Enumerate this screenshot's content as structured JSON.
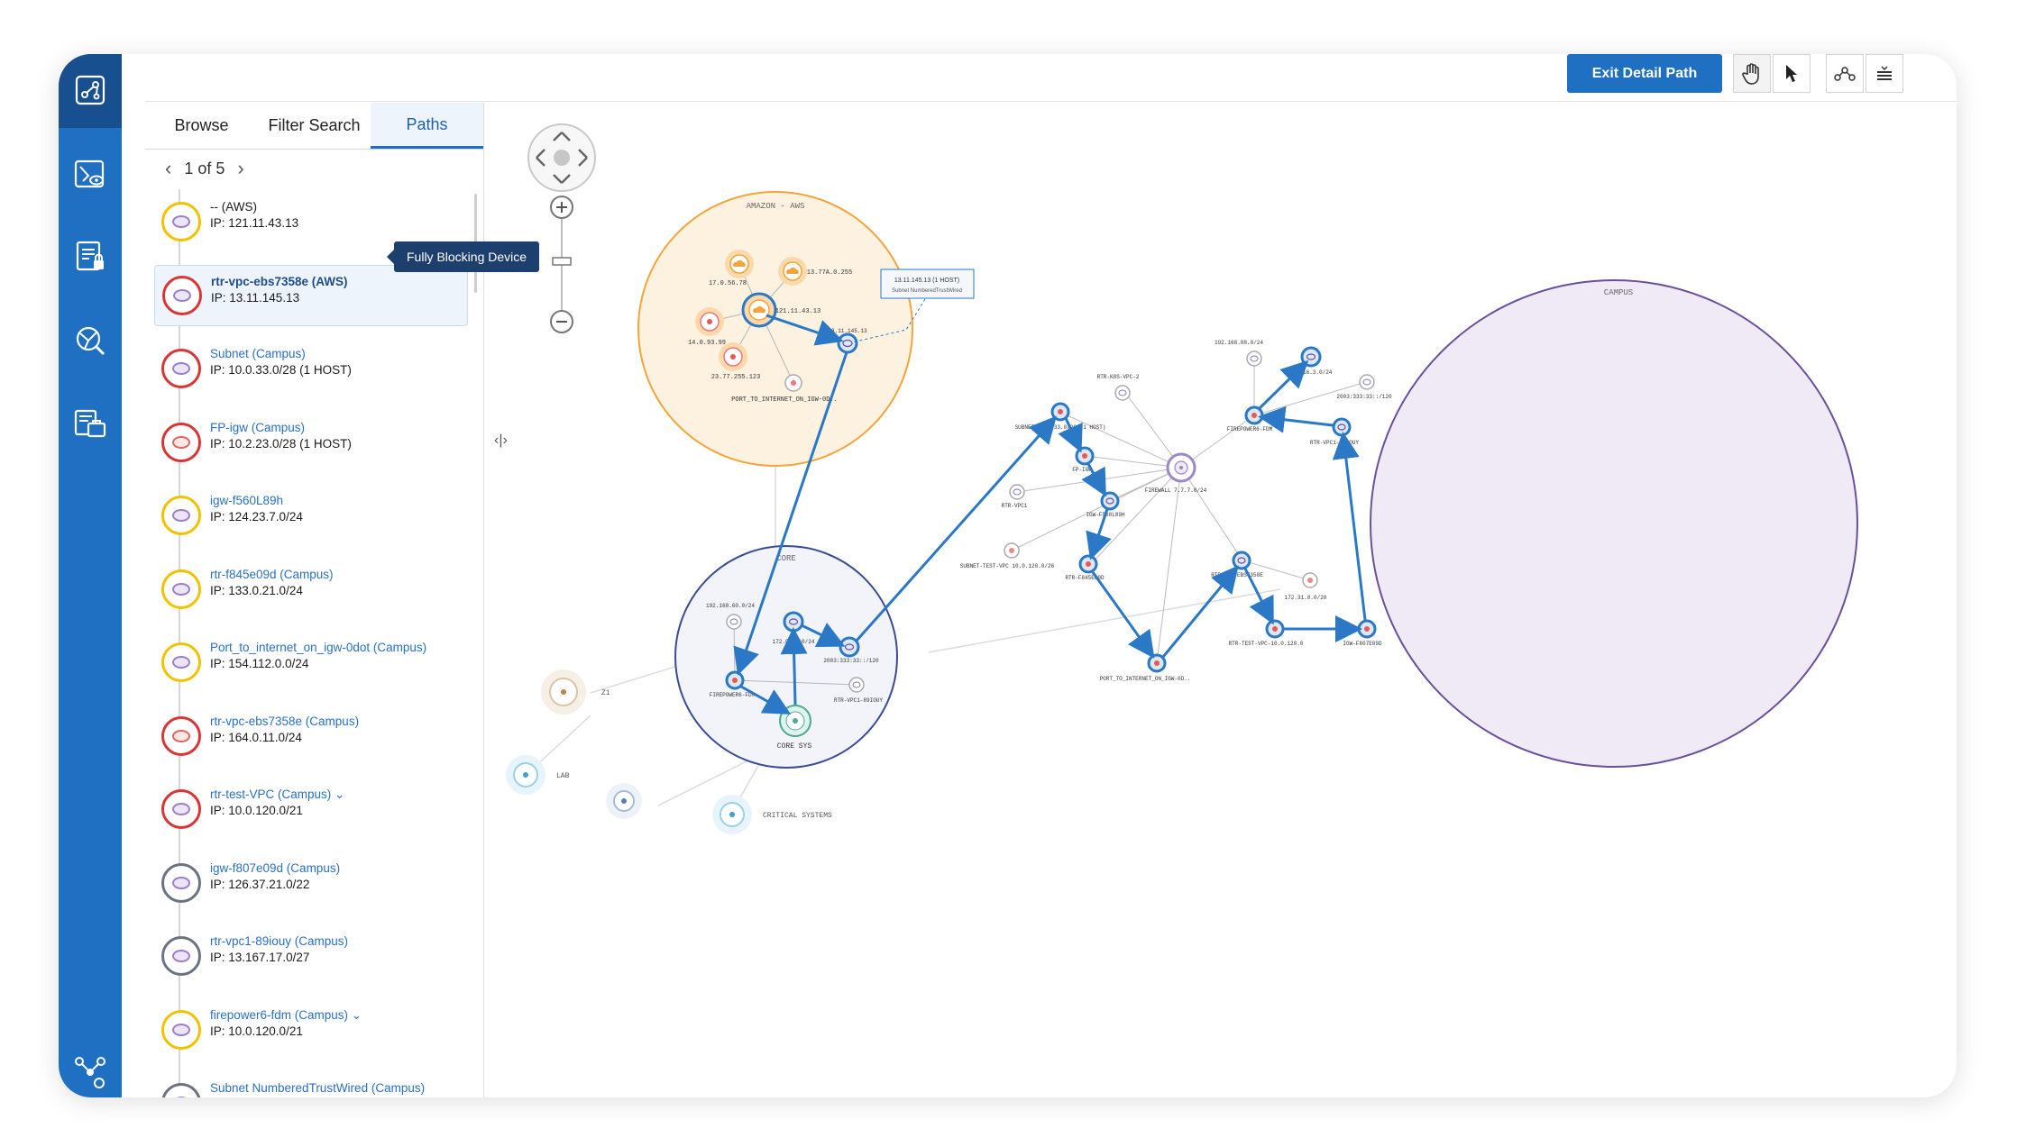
{
  "toolbar": {
    "exit_label": "Exit Detail Path",
    "tools": [
      "hand-icon",
      "pointer-icon",
      "path-icon",
      "layers-icon"
    ]
  },
  "rail": {
    "icons": [
      "topology-map-icon",
      "network-view-icon",
      "policy-report-icon",
      "search-globe-icon",
      "briefcase-list-icon",
      "network-settings-icon"
    ]
  },
  "tabs": [
    "Browse",
    "Filter Search",
    "Paths"
  ],
  "active_tab": "Paths",
  "pager": {
    "text": "1 of 5"
  },
  "tooltip": "Fully Blocking Device",
  "path_items": [
    {
      "name": "-- (AWS)",
      "ip": "IP: 121.11.43.13",
      "ring": "yellow",
      "style": "dark"
    },
    {
      "name": "rtr-vpc-ebs7358e (AWS)",
      "ip": "IP: 13.11.145.13",
      "ring": "red",
      "style": "bold",
      "selected": true
    },
    {
      "name": "Subnet (Campus)",
      "ip": "IP: 10.0.33.0/28 (1 HOST)",
      "ring": "red",
      "style": "link"
    },
    {
      "name": "FP-igw (Campus)",
      "ip": "IP: 10.2.23.0/28 (1 HOST)",
      "ring": "red",
      "style": "link"
    },
    {
      "name": "igw-f560L89h",
      "ip": "IP: 124.23.7.0/24",
      "ring": "yellow",
      "style": "link"
    },
    {
      "name": "rtr-f845e09d (Campus)",
      "ip": "IP: 133.0.21.0/24",
      "ring": "yellow",
      "style": "link"
    },
    {
      "name": "Port_to_internet_on_igw-0dot (Campus)",
      "ip": "IP: 154.112.0.0/24",
      "ring": "yellow",
      "style": "link"
    },
    {
      "name": "rtr-vpc-ebs7358e (Campus)",
      "ip": "IP: 164.0.11.0/24",
      "ring": "red",
      "style": "link"
    },
    {
      "name": "rtr-test-VPC (Campus) ⌄",
      "ip": "IP: 10.0.120.0/21",
      "ring": "red",
      "style": "link"
    },
    {
      "name": "igw-f807e09d (Campus)",
      "ip": "IP: 126.37.21.0/22",
      "ring": "gray",
      "style": "link"
    },
    {
      "name": "rtr-vpc1-89iouy (Campus)",
      "ip": "IP: 13.167.17.0/27",
      "ring": "gray",
      "style": "link"
    },
    {
      "name": "firepower6-fdm (Campus) ⌄",
      "ip": "IP: 10.0.120.0/21",
      "ring": "yellow",
      "style": "link"
    },
    {
      "name": "Subnet NumberedTrustWired (Campus)",
      "ip": "",
      "ring": "gray",
      "style": "link"
    }
  ],
  "graph": {
    "regions": {
      "aws": "AMAZON - AWS",
      "campus": "CAMPUS",
      "core": "CORE"
    },
    "callout": {
      "line1": "13.11.145.13 (1 HOST)",
      "line2": "Subnet NumberedTrustWired"
    },
    "aws_nodes": [
      "17.0.56.78",
      "13.77A.0.255",
      "121.11.43.13",
      "14.0.93.99",
      "23.77.255.123",
      "13.11.145.13",
      "PORT_TO_INTERNET_ON_IGW-0D.."
    ],
    "core_nodes": [
      "192.168.60.0/24",
      "172.067.10/24",
      "2003:333:33::/120",
      "FIREPOWER6-FDM",
      "RTR-VPC1-89IOUY",
      "CORE SYS"
    ],
    "campus_nodes": [
      "192.168.88.0/24",
      "172.16.3.0/24",
      "2003:333:33::/120",
      "RTR-K8S-VPC-2",
      "SUBNET\n10.0.33.0/28 (1 HOST)",
      "FIREPOWER6-FDM",
      "RTR-VPC1-89IOUY",
      "FP-IGW",
      "FIREWALL\n7.7.7.0/24",
      "RTR-VPC1",
      "IGW-F560L89H",
      "SUBNET-TEST-VPC\n10.0.120.0/26",
      "RTR-F845E09D",
      "RTR-VPC-EBS7358E",
      "172.31.0.0/20",
      "RTR-TEST-VPC-10.0.120.0",
      "IGW-F807E09D",
      "PORT_TO_INTERNET_ON_IGW-0D.."
    ],
    "clusters": [
      "Z1",
      "LAB",
      "CRITICAL SYSTEMS"
    ]
  },
  "colors": {
    "accent": "#1f6fc3",
    "aws": "#f3a53a",
    "campus": "#6a4f9b",
    "core": "#3a4c96",
    "path": "#2a78c6"
  }
}
